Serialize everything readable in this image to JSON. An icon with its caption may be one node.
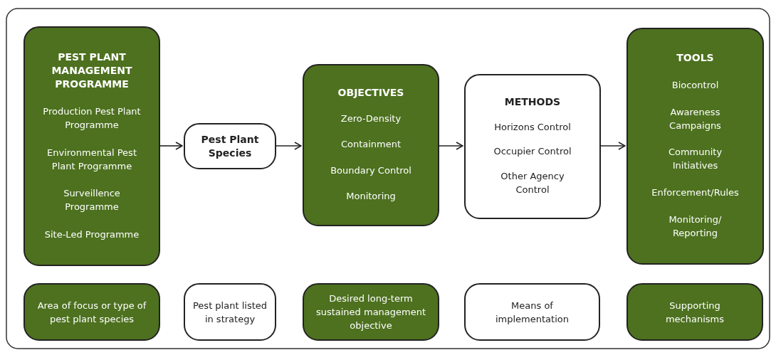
{
  "diagram": {
    "nodes": [
      {
        "text": [
          "PEST PLANT MANAGEMENT PROGRAMME",
          "Production Pest Plant Programme",
          "Environmental Pest Plant Programme",
          "Surveillence Programme",
          "Site-Led Programme"
        ]
      },
      {
        "text": [
          "Pest Plant Species"
        ]
      },
      {
        "text": [
          "OBJECTIVES",
          "Zero-Density",
          "Containment",
          "Boundary Control",
          "Monitoring"
        ]
      },
      {
        "text": [
          "METHODS",
          "Horizons Control",
          "Occupier Control",
          "Other Agency Control"
        ]
      },
      {
        "text": [
          "TOOLS",
          "Biocontrol",
          "Awareness Campaigns",
          "Community Initiatives",
          "Enforcement/Rules",
          "Monitoring/ Reporting"
        ]
      },
      {
        "text": [
          "Area of focus or type of pest plant species"
        ]
      },
      {
        "text": [
          "Pest plant listed in strategy"
        ]
      },
      {
        "text": [
          "Desired long-term sustained management objective"
        ]
      },
      {
        "text": [
          "Means of implementation"
        ]
      },
      {
        "text": [
          "Supporting mechanisms"
        ]
      }
    ],
    "edges": [
      {
        "from": 0,
        "to": 1,
        "arrow": "to"
      },
      {
        "from": 1,
        "to": 2,
        "arrow": "to"
      },
      {
        "from": 2,
        "to": 3,
        "arrow": "to"
      },
      {
        "from": 3,
        "to": 4,
        "arrow": "to"
      }
    ]
  }
}
